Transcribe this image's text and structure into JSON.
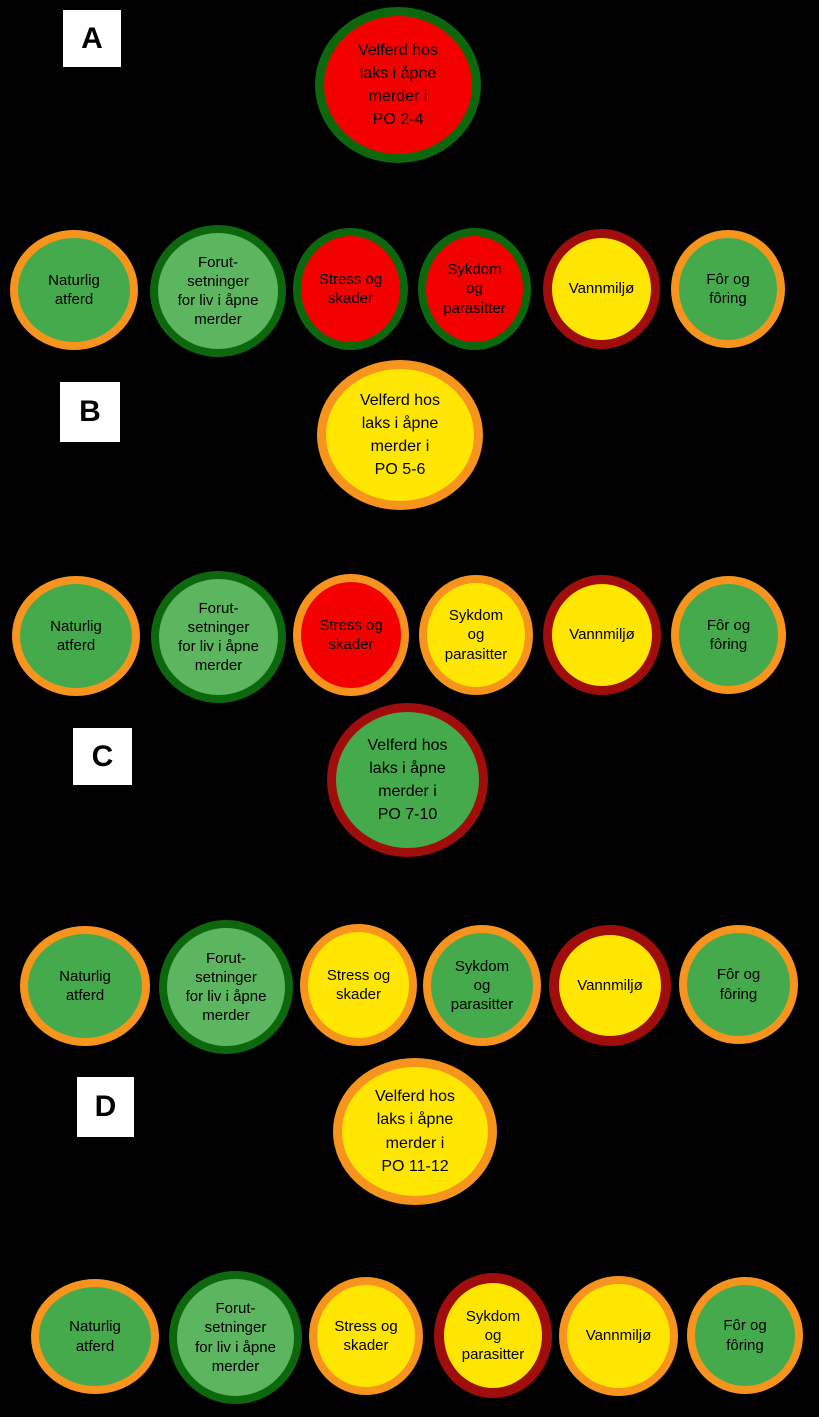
{
  "colors": {
    "red": "#f40000",
    "yellow": "#ffe600",
    "green": "#45aa4b",
    "light_green": "#5cb55f",
    "dark_green": "#0d670d",
    "orange": "#f7941d",
    "dark_red": "#a00d0d",
    "background": "#000000",
    "label_box_bg": "#ffffff",
    "text": "#000000"
  },
  "sections": [
    {
      "label": "A",
      "main": {
        "text": "Velferd hos\nlaks i åpne\nmerder i\nPO 2-4",
        "fill": "red",
        "border": "dark_green"
      },
      "children": [
        {
          "text": "Naturlig\natferd",
          "fill": "green",
          "border": "orange"
        },
        {
          "text": "Forut-\nsetninger\nfor liv i åpne\nmerder",
          "fill": "light_green",
          "border": "dark_green"
        },
        {
          "text": "Stress og\nskader",
          "fill": "red",
          "border": "dark_green"
        },
        {
          "text": "Sykdom\nog\nparasitter",
          "fill": "red",
          "border": "dark_green"
        },
        {
          "text": "Vannmiljø",
          "fill": "yellow",
          "border": "dark_red"
        },
        {
          "text": "Fôr og\nfôring",
          "fill": "green",
          "border": "orange"
        }
      ]
    },
    {
      "label": "B",
      "main": {
        "text": "Velferd hos\nlaks i åpne\nmerder i\nPO 5-6",
        "fill": "yellow",
        "border": "orange"
      },
      "children": [
        {
          "text": "Naturlig\natferd",
          "fill": "green",
          "border": "orange"
        },
        {
          "text": "Forut-\nsetninger\nfor liv i åpne\nmerder",
          "fill": "light_green",
          "border": "dark_green"
        },
        {
          "text": "Stress og\nskader",
          "fill": "red",
          "border": "orange"
        },
        {
          "text": "Sykdom\nog\nparasitter",
          "fill": "yellow",
          "border": "orange"
        },
        {
          "text": "Vannmiljø",
          "fill": "yellow",
          "border": "dark_red"
        },
        {
          "text": "Fôr og\nfôring",
          "fill": "green",
          "border": "orange"
        }
      ]
    },
    {
      "label": "C",
      "main": {
        "text": "Velferd hos\nlaks i åpne\nmerder i\nPO 7-10",
        "fill": "green",
        "border": "dark_red"
      },
      "children": [
        {
          "text": "Naturlig\natferd",
          "fill": "green",
          "border": "orange"
        },
        {
          "text": "Forut-\nsetninger\nfor liv i åpne\nmerder",
          "fill": "light_green",
          "border": "dark_green"
        },
        {
          "text": "Stress og\nskader",
          "fill": "yellow",
          "border": "orange"
        },
        {
          "text": "Sykdom\nog\nparasitter",
          "fill": "green",
          "border": "orange"
        },
        {
          "text": "Vannmiljø",
          "fill": "yellow",
          "border": "dark_red"
        },
        {
          "text": "Fôr og\nfôring",
          "fill": "green",
          "border": "orange"
        }
      ]
    },
    {
      "label": "D",
      "main": {
        "text": "Velferd hos\nlaks i åpne\nmerder i\nPO 11-12",
        "fill": "yellow",
        "border": "orange"
      },
      "children": [
        {
          "text": "Naturlig\natferd",
          "fill": "green",
          "border": "orange"
        },
        {
          "text": "Forut-\nsetninger\nfor liv i åpne\nmerder",
          "fill": "light_green",
          "border": "dark_green"
        },
        {
          "text": "Stress og\nskader",
          "fill": "yellow",
          "border": "orange"
        },
        {
          "text": "Sykdom\nog\nparasitter",
          "fill": "yellow",
          "border": "dark_red"
        },
        {
          "text": "Vannmiljø",
          "fill": "yellow",
          "border": "orange"
        },
        {
          "text": "Fôr og\nfôring",
          "fill": "green",
          "border": "orange"
        }
      ]
    }
  ]
}
